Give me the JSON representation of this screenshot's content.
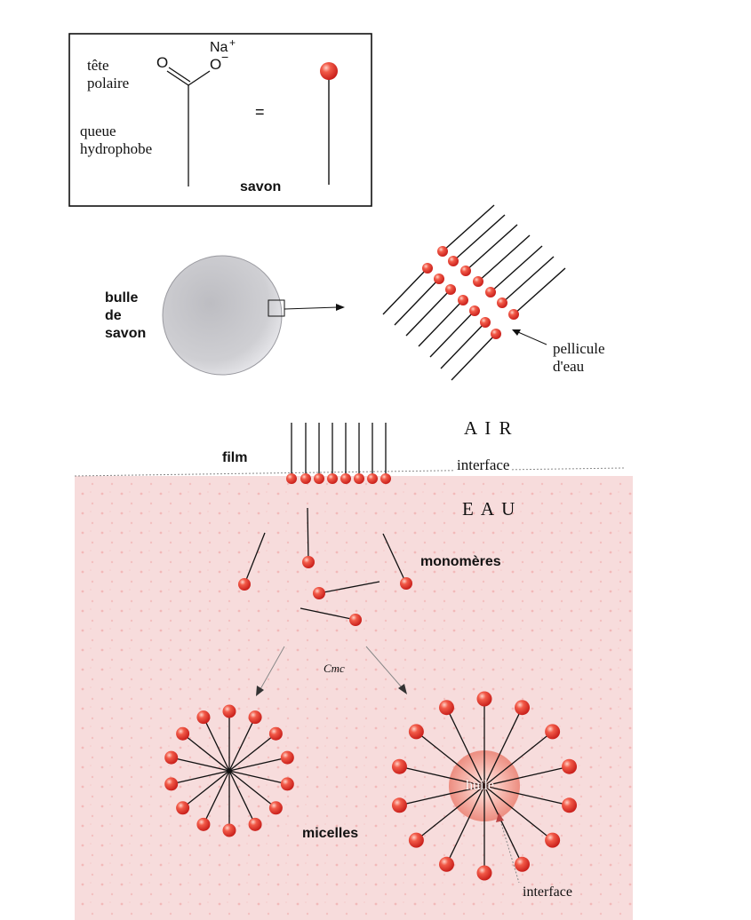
{
  "box": {
    "head_label_1": "tête",
    "head_label_2": "polaire",
    "tail_label_1": "queue",
    "tail_label_2": "hydrophobe",
    "sodium": "Na",
    "sodium_charge": "+",
    "oxygen_double": "O",
    "oxygen_ion": "O",
    "oxygen_charge": "−",
    "equals": "=",
    "caption": "savon"
  },
  "bubble": {
    "label_1": "bulle",
    "label_2": "de",
    "label_3": "savon",
    "film_label_1": "pellicule",
    "film_label_2": "d'eau"
  },
  "interface_section": {
    "air": "A I R",
    "film": "film",
    "interface": "interface",
    "eau": "E A U",
    "monomers": "monomères",
    "cmc": "Cmc",
    "micelles": "micelles",
    "oil": "huile",
    "interface_bottom": "interface"
  },
  "colors": {
    "head_red": "#e8392f",
    "water_pink": "#f7d6d6",
    "bubble_grey": "#c9c9cc"
  }
}
